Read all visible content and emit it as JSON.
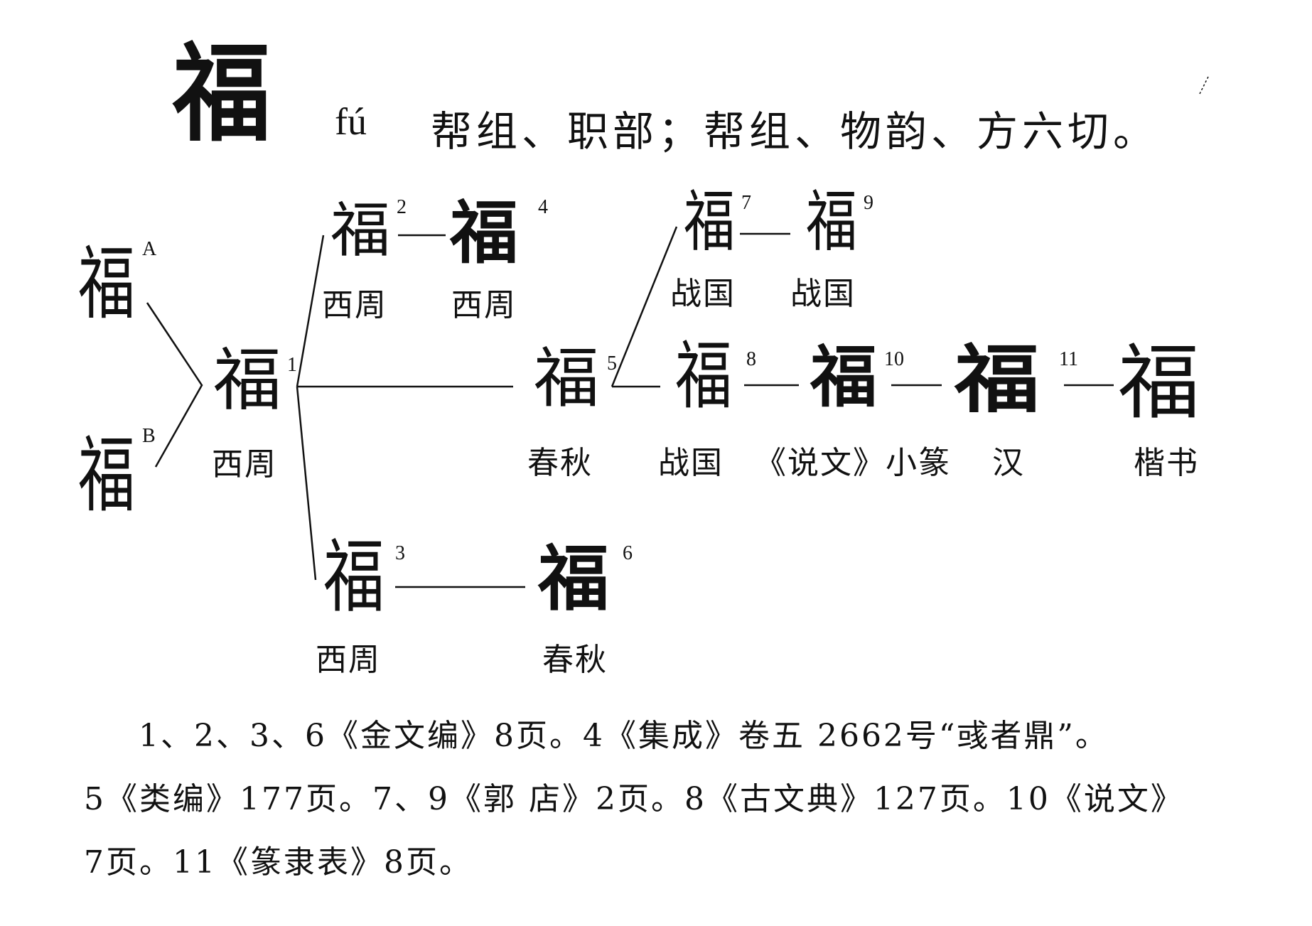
{
  "header": {
    "character": "福",
    "pinyin": "fú",
    "reading": "帮组、职部；帮组、物韵、方六切。"
  },
  "oracle_forms": [
    {
      "glyph": "福",
      "label": "A"
    },
    {
      "glyph": "福",
      "label": "B"
    }
  ],
  "forms": {
    "f1": {
      "glyph": "福",
      "num": "1",
      "period": "西周"
    },
    "f2": {
      "glyph": "福",
      "num": "2",
      "period": "西周"
    },
    "f3": {
      "glyph": "福",
      "num": "3",
      "period": "西周"
    },
    "f4": {
      "glyph": "福",
      "num": "4",
      "period": "西周"
    },
    "f5": {
      "glyph": "福",
      "num": "5",
      "period": "春秋"
    },
    "f6": {
      "glyph": "福",
      "num": "6",
      "period": "春秋"
    },
    "f7": {
      "glyph": "福",
      "num": "7",
      "period": "战国"
    },
    "f9": {
      "glyph": "福",
      "num": "9",
      "period": "战国"
    },
    "f8": {
      "glyph": "福",
      "num": "8",
      "period": "战国"
    },
    "f10": {
      "glyph": "福",
      "num": "10",
      "period": "《说文》小篆"
    },
    "f11": {
      "glyph": "福",
      "num": "11",
      "period": "汉"
    },
    "f12": {
      "glyph": "福",
      "period": "楷书"
    }
  },
  "notes": [
    "1、2、3、6《金文编》8页。4《集成》卷五 2662号“彧者鼎”。",
    "5《类编》177页。7、9《郭 店》2页。8《古文典》127页。10《说文》",
    "7页。11《篆隶表》8页。"
  ]
}
